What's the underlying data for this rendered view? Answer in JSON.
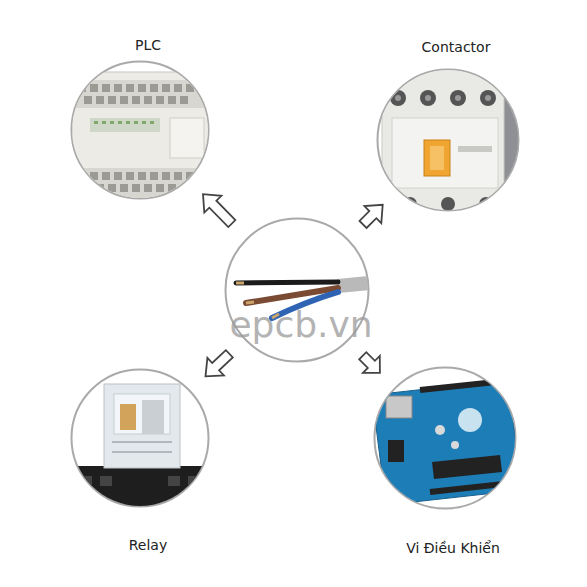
{
  "diagram": {
    "nodes": [
      {
        "text": [
          "PLC"
        ]
      },
      {
        "text": [
          "Contactor"
        ]
      },
      {
        "text": [
          "epcb.vn"
        ]
      },
      {
        "text": [
          "Relay"
        ]
      },
      {
        "text": [
          "Vi Điều Khiển"
        ]
      }
    ],
    "edges": [
      {
        "from": 2,
        "to": 0,
        "arrow": "to"
      },
      {
        "from": 2,
        "to": 1,
        "arrow": "to"
      },
      {
        "from": 2,
        "to": 3,
        "arrow": "to"
      },
      {
        "from": 2,
        "to": 4,
        "arrow": "to"
      }
    ]
  }
}
